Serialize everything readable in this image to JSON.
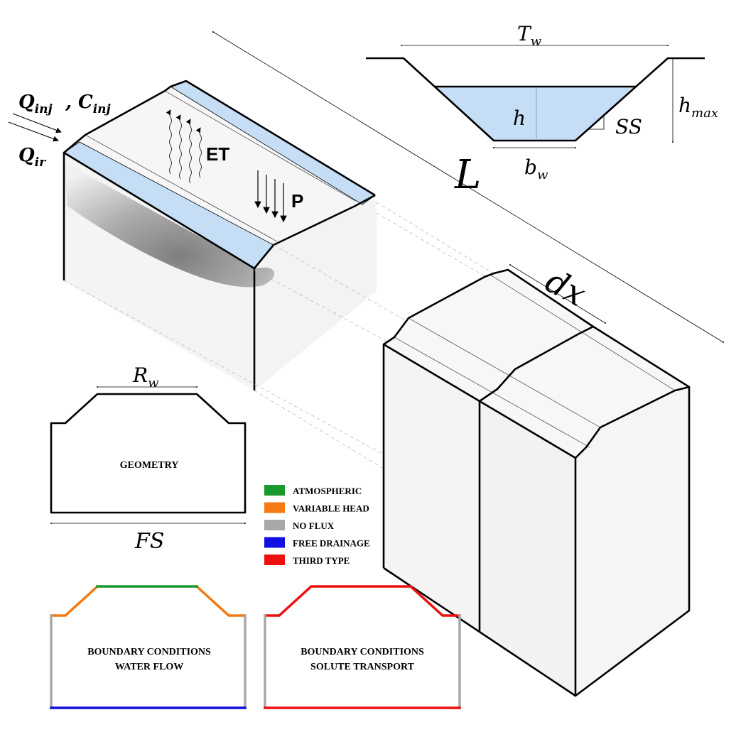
{
  "labels": {
    "q_inj": "Q",
    "q_inj_sub": "inj",
    "c_inj": "C",
    "c_inj_sub": "inj",
    "comma": ",",
    "q_ir": "Q",
    "q_ir_sub": "ir",
    "et": "ET",
    "p": "P",
    "l": "L",
    "dx": "dx",
    "t_w": "T",
    "t_w_sub": "w",
    "h": "h",
    "h_max": "h",
    "h_max_sub": "max",
    "ss": "SS",
    "b_w": "b",
    "b_w_sub": "w",
    "r_w": "R",
    "r_w_sub": "w",
    "fs": "FS"
  },
  "captions": {
    "geometry": "GEOMETRY",
    "bc_water_line1": "BOUNDARY CONDITIONS",
    "bc_water_line2": "WATER FLOW",
    "bc_solute_line1": "BOUNDARY CONDITIONS",
    "bc_solute_line2": "SOLUTE TRANSPORT"
  },
  "legend": [
    {
      "label": "ATMOSPHERIC",
      "color": "#1a9a2e"
    },
    {
      "label": "VARIABLE HEAD",
      "color": "#f47a13"
    },
    {
      "label": "NO FLUX",
      "color": "#a8a8a8"
    },
    {
      "label": "FREE DRAINAGE",
      "color": "#1010e0"
    },
    {
      "label": "THIRD TYPE",
      "color": "#ee1010"
    }
  ],
  "colors": {
    "water": "#c5def6",
    "soil_face": "#f4f4f4",
    "top_face": "#f6f6f6"
  }
}
